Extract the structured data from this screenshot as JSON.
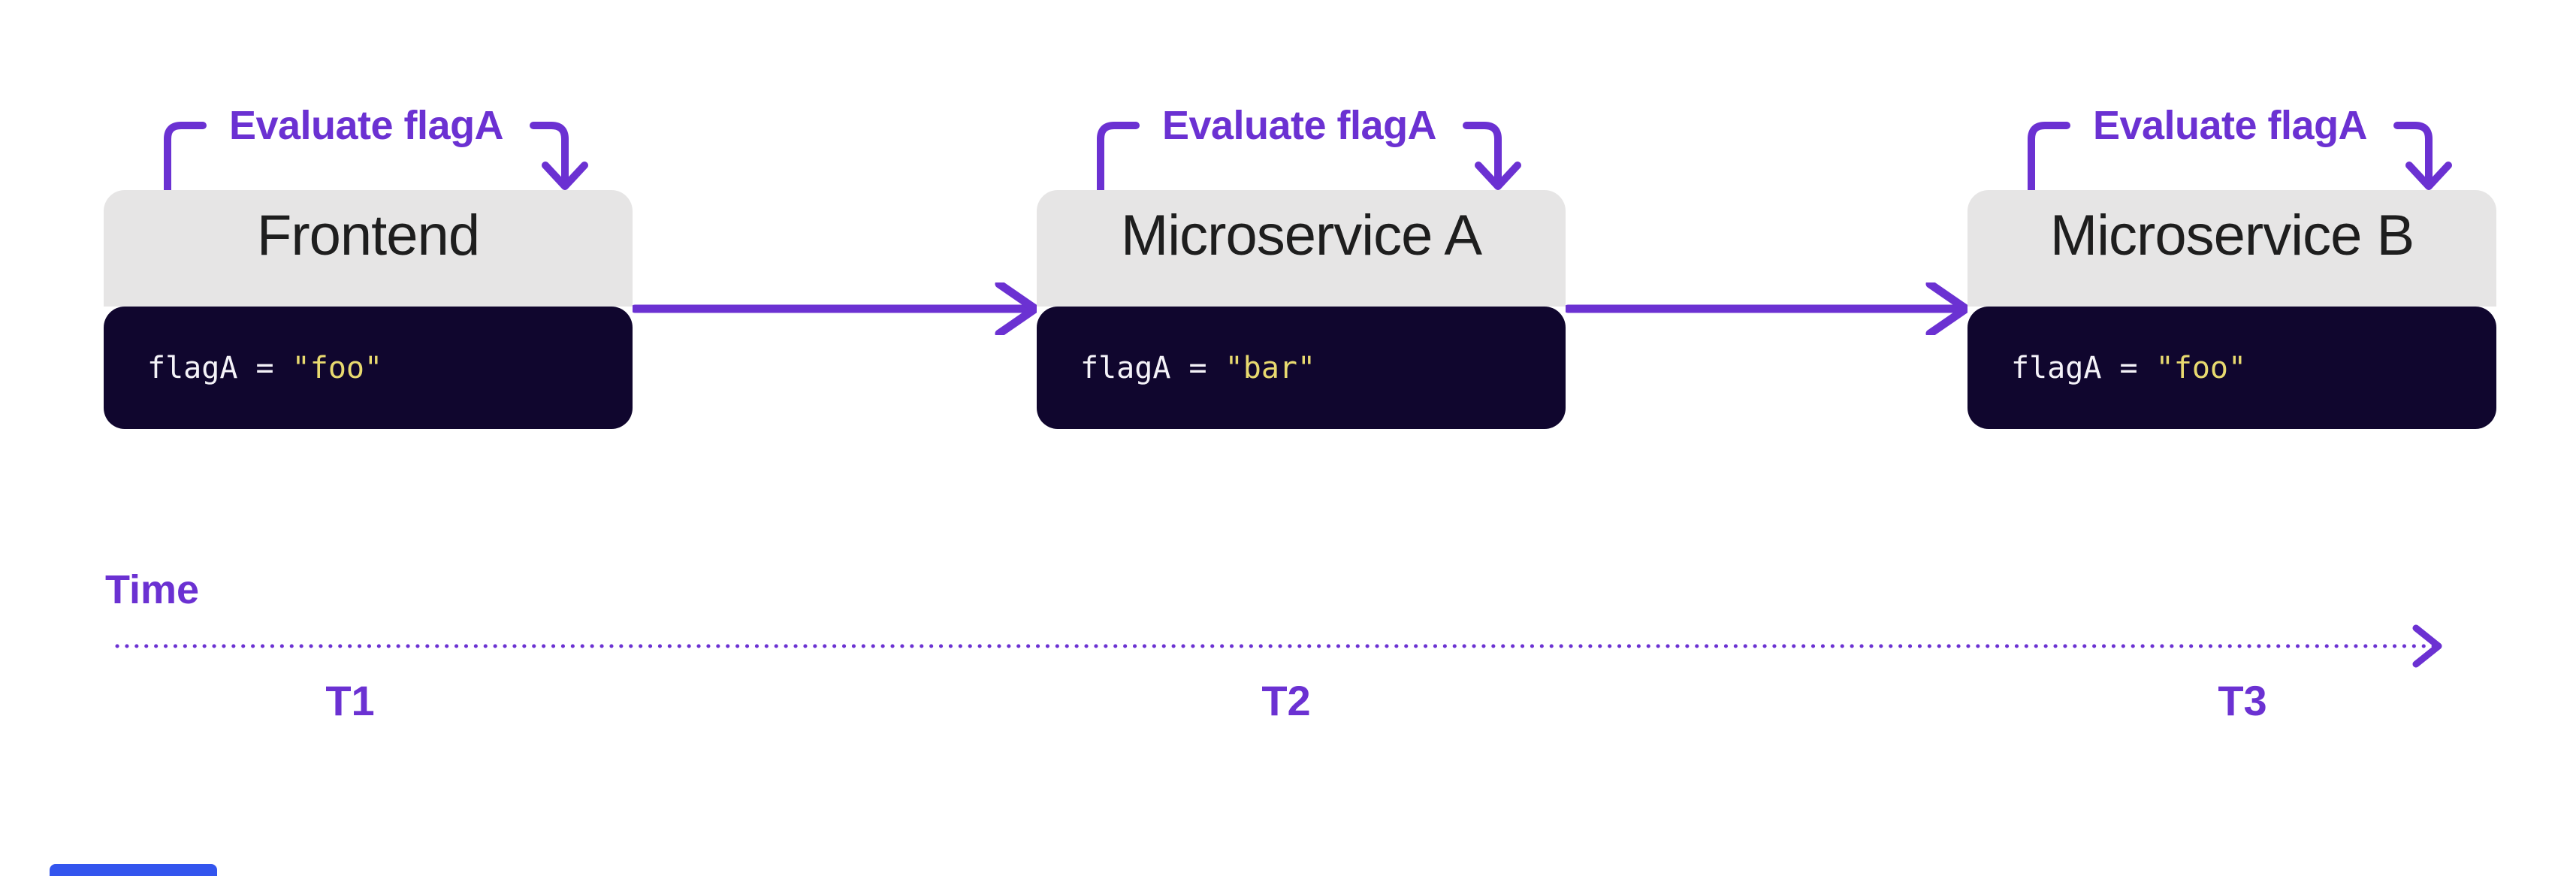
{
  "palette": {
    "purple": "#6B31D2",
    "header_bg": "#E6E5E5",
    "code_bg": "#10062E",
    "code_text": "#F4F2F8",
    "string_yellow": "#E8D96F",
    "title_text": "#1E1E1E",
    "page_bg": "#FFFFFF",
    "cutoff_blue": "#3355EE"
  },
  "icons": {
    "evaluate_arrow": "curved-down-arrow",
    "flow_arrow": "right-arrow",
    "timeline_arrow": "dotted-right-arrow"
  },
  "services": [
    {
      "title": "Frontend",
      "annotation": "Evaluate flagA",
      "code_prefix": "flagA = ",
      "code_string": "\"foo\""
    },
    {
      "title": "Microservice A",
      "annotation": "Evaluate flagA",
      "code_prefix": "flagA = ",
      "code_string": "\"bar\""
    },
    {
      "title": "Microservice B",
      "annotation": "Evaluate flagA",
      "code_prefix": "flagA = ",
      "code_string": "\"foo\""
    }
  ],
  "timeline": {
    "label": "Time",
    "ticks": [
      "T1",
      "T2",
      "T3"
    ]
  }
}
